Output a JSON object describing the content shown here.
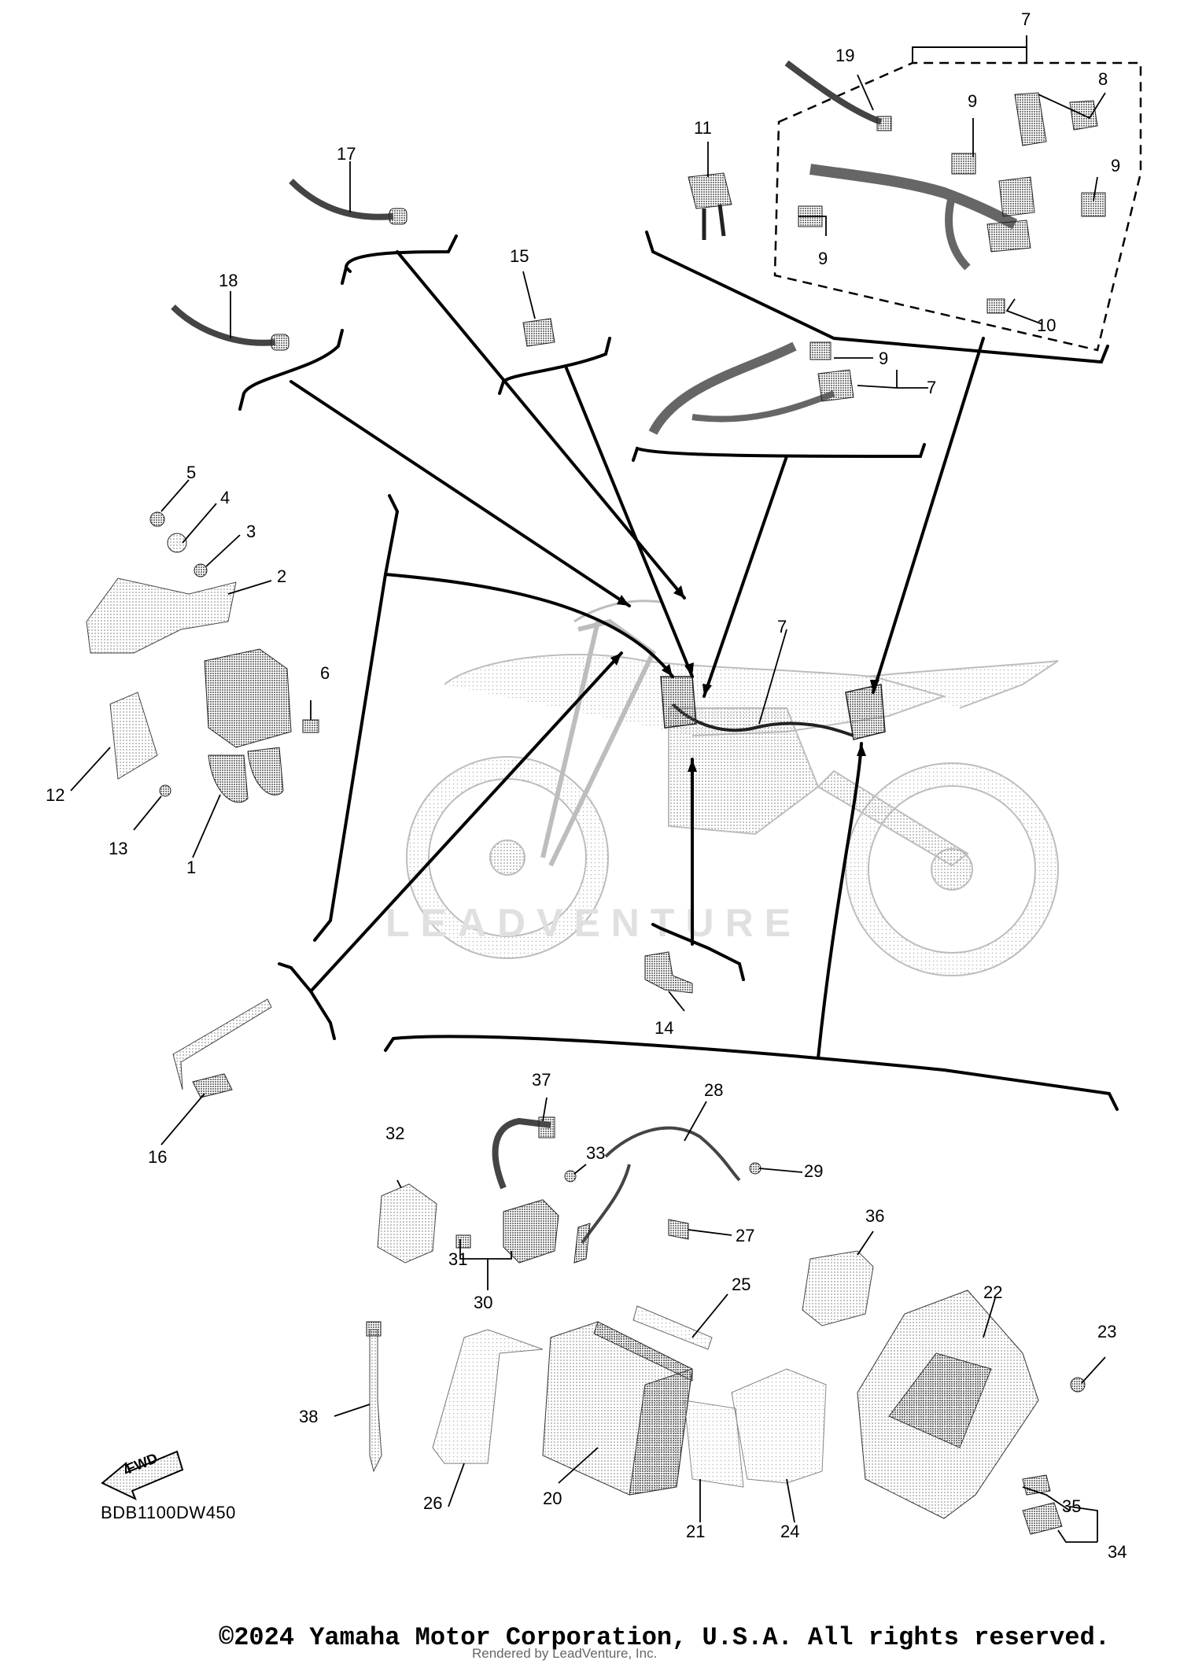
{
  "diagram": {
    "code": "BDB1100DW450",
    "fwd_label": "FWD",
    "watermark": "LEADVENTURE",
    "copyright": "©2024 Yamaha Motor Corporation, U.S.A. All rights reserved.",
    "rendered_by": "Rendered by LeadVenture, Inc."
  },
  "callouts": [
    {
      "id": "c7a",
      "label": "7"
    },
    {
      "id": "c19",
      "label": "19"
    },
    {
      "id": "c8",
      "label": "8"
    },
    {
      "id": "c9a",
      "label": "9"
    },
    {
      "id": "c9b",
      "label": "9"
    },
    {
      "id": "c11",
      "label": "11"
    },
    {
      "id": "c9c",
      "label": "9"
    },
    {
      "id": "c10",
      "label": "10"
    },
    {
      "id": "c17",
      "label": "17"
    },
    {
      "id": "c15",
      "label": "15"
    },
    {
      "id": "c18",
      "label": "18"
    },
    {
      "id": "c9d",
      "label": "9"
    },
    {
      "id": "c7b",
      "label": "7"
    },
    {
      "id": "c5",
      "label": "5"
    },
    {
      "id": "c4",
      "label": "4"
    },
    {
      "id": "c3",
      "label": "3"
    },
    {
      "id": "c2",
      "label": "2"
    },
    {
      "id": "c6",
      "label": "6"
    },
    {
      "id": "c12",
      "label": "12"
    },
    {
      "id": "c13",
      "label": "13"
    },
    {
      "id": "c1",
      "label": "1"
    },
    {
      "id": "c7c",
      "label": "7"
    },
    {
      "id": "c14",
      "label": "14"
    },
    {
      "id": "c16",
      "label": "16"
    },
    {
      "id": "c37",
      "label": "37"
    },
    {
      "id": "c28",
      "label": "28"
    },
    {
      "id": "c32",
      "label": "32"
    },
    {
      "id": "c33",
      "label": "33"
    },
    {
      "id": "c29",
      "label": "29"
    },
    {
      "id": "c27",
      "label": "27"
    },
    {
      "id": "c36",
      "label": "36"
    },
    {
      "id": "c31",
      "label": "31"
    },
    {
      "id": "c30",
      "label": "30"
    },
    {
      "id": "c25",
      "label": "25"
    },
    {
      "id": "c22",
      "label": "22"
    },
    {
      "id": "c23",
      "label": "23"
    },
    {
      "id": "c38",
      "label": "38"
    },
    {
      "id": "c26",
      "label": "26"
    },
    {
      "id": "c20",
      "label": "20"
    },
    {
      "id": "c21",
      "label": "21"
    },
    {
      "id": "c24",
      "label": "24"
    },
    {
      "id": "c35",
      "label": "35"
    },
    {
      "id": "c34",
      "label": "34"
    }
  ]
}
